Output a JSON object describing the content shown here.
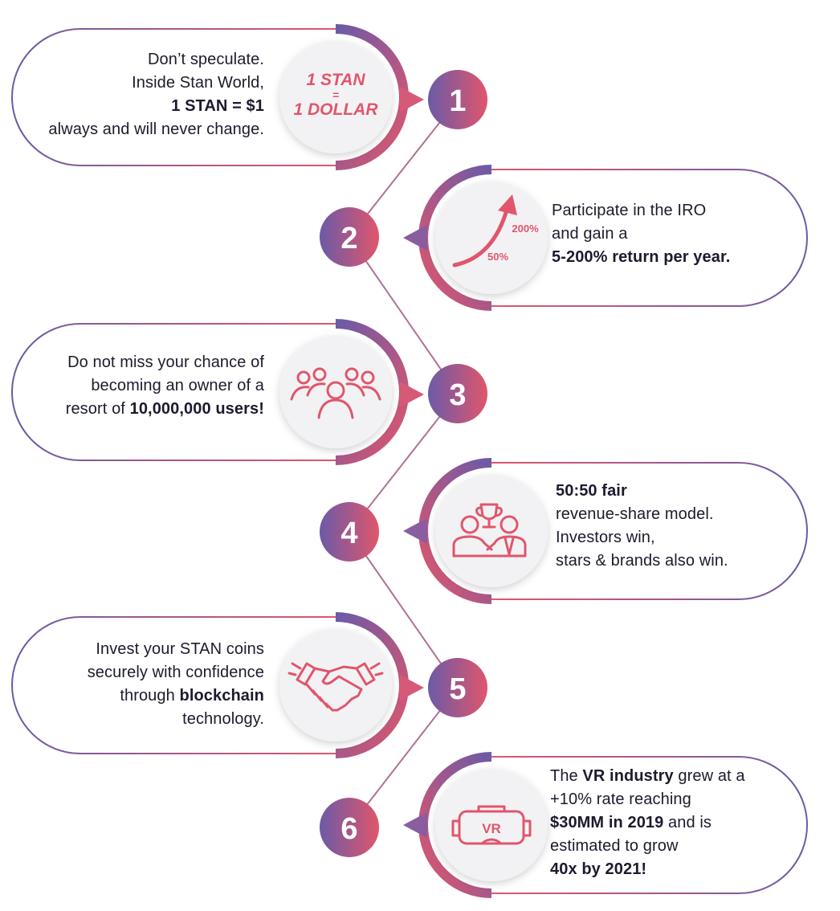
{
  "colors": {
    "purple": "#6b5aa7",
    "pink": "#e0566c",
    "grey_circle": "#f2f2f4"
  },
  "steps": [
    {
      "number": "1",
      "lines": [
        {
          "text": "Don’t speculate."
        },
        {
          "text": "Inside Stan World,"
        },
        {
          "text": "1 STAN = $1",
          "bold": true
        },
        {
          "text": "always and will never change."
        }
      ],
      "icon": "stan-dollar-icon",
      "icon_text": [
        "1 STAN",
        "=",
        "1 DOLLAR"
      ]
    },
    {
      "number": "2",
      "lines": [
        {
          "text": "Participate in the IRO"
        },
        {
          "text": "and gain a"
        },
        {
          "text": "5-200% return per year.",
          "bold": true
        }
      ],
      "icon": "growth-arrow-icon",
      "icon_text": [
        "200%",
        "50%"
      ]
    },
    {
      "number": "3",
      "lines": [
        {
          "text": "Do not miss your chance of"
        },
        {
          "text": "becoming an owner of a"
        },
        {
          "text": "resort of ",
          "bold_suffix": "10,000,000 users!"
        }
      ],
      "icon": "crowd-icon"
    },
    {
      "number": "4",
      "lines": [
        {
          "text": "50:50 fair",
          "bold": true
        },
        {
          "text": "revenue-share model."
        },
        {
          "text": "Investors win,"
        },
        {
          "text": "stars & brands also win."
        }
      ],
      "icon": "partners-trophy-icon"
    },
    {
      "number": "5",
      "lines": [
        {
          "text": "Invest your STAN coins"
        },
        {
          "text": "securely with confidence"
        },
        {
          "text": "through ",
          "bold_suffix": "blockchain"
        },
        {
          "text": "technology."
        }
      ],
      "icon": "handshake-icon"
    },
    {
      "number": "6",
      "lines": [
        {
          "text": "The ",
          "bold_mid": "VR industry",
          "rest": " grew at a"
        },
        {
          "text": "+10% rate reaching"
        },
        {
          "text": "$30MM in 2019",
          "bold": true,
          "rest": " and is"
        },
        {
          "text": "estimated to grow"
        },
        {
          "text": "40x by 2021!",
          "bold": true
        }
      ],
      "icon": "vr-headset-icon",
      "icon_text": [
        "VR"
      ]
    }
  ]
}
